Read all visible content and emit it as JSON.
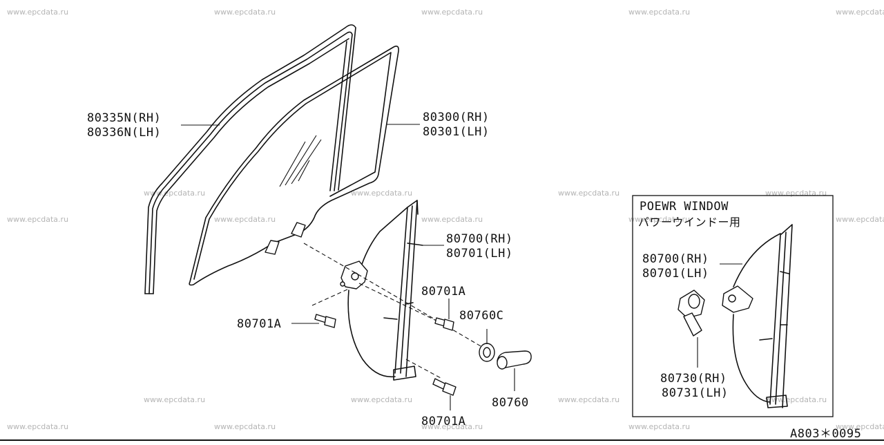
{
  "watermark": "www.epcdata.ru",
  "labels": {
    "glass_run": [
      "80335N(RH)",
      "80336N(LH)"
    ],
    "door_glass": [
      "80300(RH)",
      "80301(LH)"
    ],
    "regulator": [
      "80700(RH)",
      "80701(LH)"
    ],
    "bolt_left": "80701A",
    "bolt_mid": "80701A",
    "bolt_bottom": "80701A",
    "washer": "80760C",
    "handle": "80760"
  },
  "inset": {
    "title": "POEWR WINDOW",
    "subtitle": "パワーウインドー用",
    "regulator": [
      "80700(RH)",
      "80701(LH)"
    ],
    "motor": [
      "80730(RH)",
      "80731(LH)"
    ]
  },
  "diagram_code": "A803＊0095"
}
